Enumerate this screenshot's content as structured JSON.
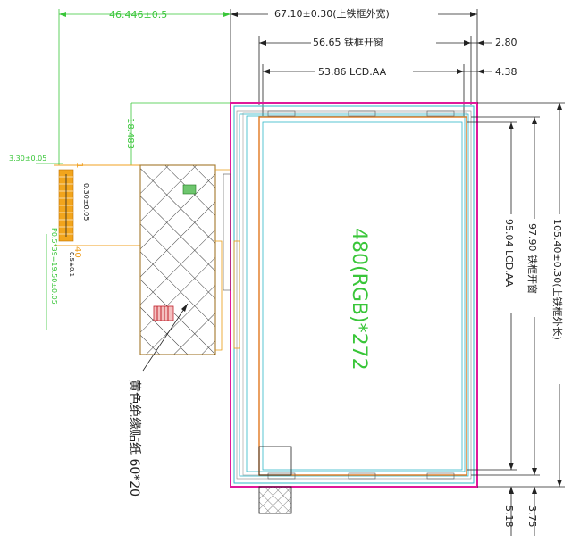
{
  "dimensions": {
    "fpc_offset": "46.446±0.5",
    "outer_width": "67.10±0.30(上铁框外宽)",
    "frame_opening_width": "56.65  铁框开窗",
    "lcd_aa_width": "53.86  LCD.AA",
    "right_margin_1": "2.80",
    "right_margin_2": "4.38",
    "top_offset": "18.483",
    "fpc_width_tol": "3.30±0.05",
    "pin_width": "0.30±0.05",
    "pin_pitch_total": "P0.5*39=19.50±0.05",
    "pin_gap": "0.5±0.1",
    "pin_first": "1",
    "pin_last": "40",
    "lcd_aa_height": "95.04  LCD.AA",
    "frame_opening_height": "97.90  铁框开窗",
    "outer_length": "105.40±0.30(上铁框外长)",
    "bottom_margin_1": "5.18",
    "bottom_margin_2": "3.75"
  },
  "labels": {
    "resolution": "480(RGB)*272",
    "insulation_tape": "黄色绝缘贴纸 60*20"
  },
  "colors": {
    "frame_outer": "#e0189a",
    "frame_cyan": "#2fb8c8",
    "lcd_orange": "#e07820",
    "dimension_green": "#39c639",
    "fpc_orange": "#f0a020",
    "fpc_body": "#e89a10",
    "annot_red": "#c0202a"
  }
}
